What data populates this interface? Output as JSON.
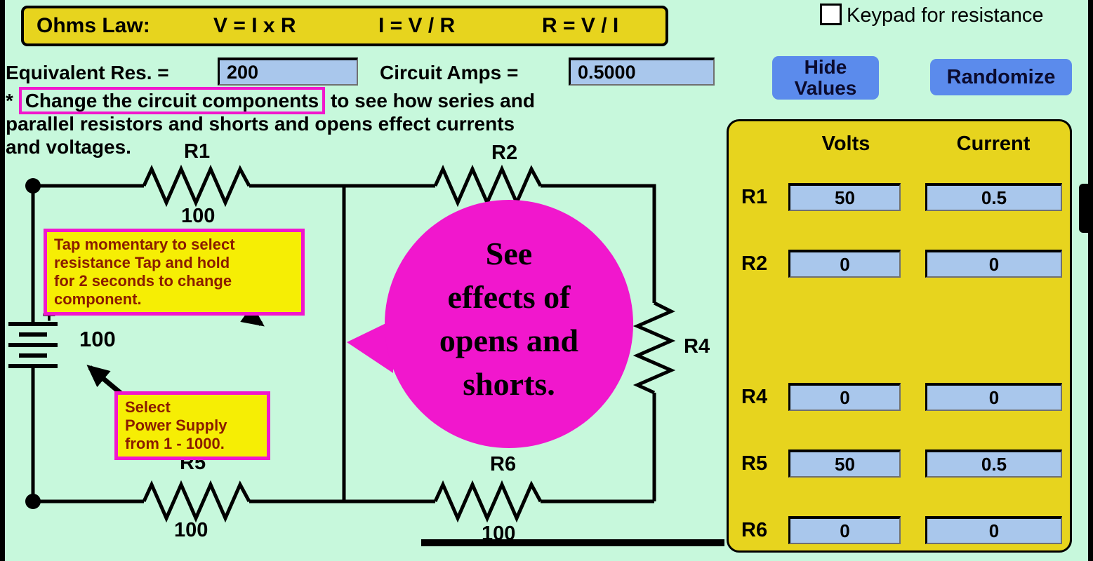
{
  "colors": {
    "background": "#c7f8dc",
    "panel_yellow": "#e7d41e",
    "callout_yellow": "#f6ee04",
    "magenta": "#f117cd",
    "button_blue": "#5b8bec",
    "field_blue": "#a9c7ec"
  },
  "ohms_law": {
    "label": "Ohms Law:",
    "formula1": "V = I x R",
    "formula2": "I = V / R",
    "formula3": "R = V / I"
  },
  "keypad_checkbox": {
    "label": "Keypad for resistance",
    "checked": false
  },
  "readouts": {
    "equivalent_label": "Equivalent Res. =",
    "equivalent_value": "200",
    "amps_label": "Circuit Amps =",
    "amps_value": "0.5000"
  },
  "buttons": {
    "hide_values": "Hide\nValues",
    "randomize": "Randomize"
  },
  "instructions": {
    "prefix": "* ",
    "highlight": "Change the circuit components",
    "rest": " to see how series and\nparallel resistors and shorts and opens effect currents\nand voltages."
  },
  "circuit": {
    "r1_label": "R1",
    "r1_value": "100",
    "r2_label": "R2",
    "r4_label": "R4",
    "r5_label": "R5",
    "r5_value": "100",
    "r6_label": "R6",
    "r6_value": "100",
    "battery_value": "100",
    "battery_plus": "+",
    "battery_minus": "-"
  },
  "callouts": {
    "tap_instruction": "Tap momentary to select\nresistance  Tap and hold\nfor 2 seconds to change\ncomponent.",
    "power_supply": "Select\nPower Supply\nfrom 1 - 1000.",
    "bubble_lines": [
      "See",
      "effects of",
      "opens and",
      "shorts."
    ]
  },
  "results_table": {
    "volts_header": "Volts",
    "current_header": "Current",
    "rows": [
      {
        "label": "R1",
        "volts": "50",
        "current": "0.5"
      },
      {
        "label": "R2",
        "volts": "0",
        "current": "0"
      },
      {
        "label": "R4",
        "volts": "0",
        "current": "0"
      },
      {
        "label": "R5",
        "volts": "50",
        "current": "0.5"
      },
      {
        "label": "R6",
        "volts": "0",
        "current": "0"
      }
    ]
  }
}
